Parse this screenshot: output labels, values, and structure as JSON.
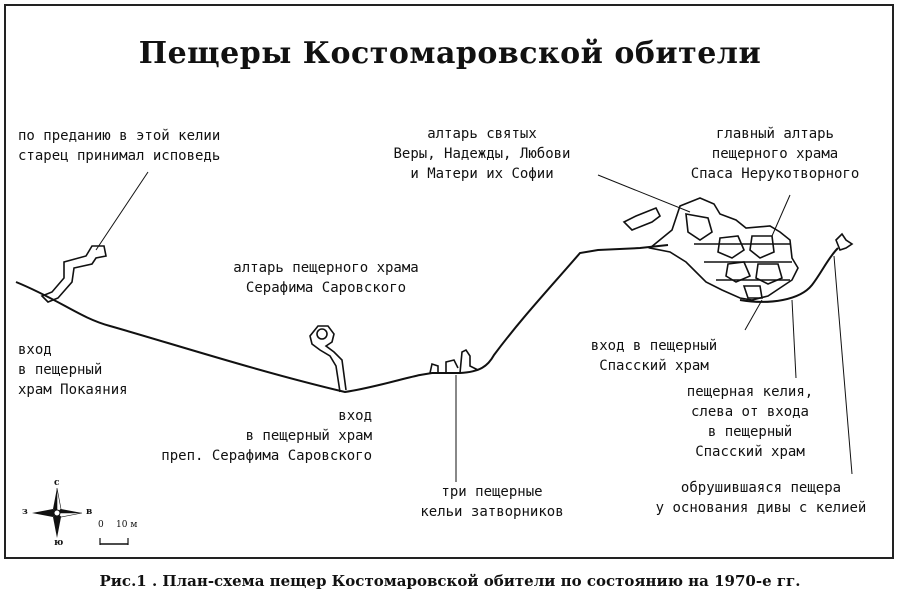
{
  "title": "Пещеры Костомаровской обители",
  "caption": "Рис.1 . План-схема пещер Костомаровской обители по состоянию на 1970-е гг.",
  "labels": {
    "kelia_pokayaniya": [
      "по преданию в этой келии",
      "старец принимал исповедь"
    ],
    "entrance_pokayaniya": [
      "вход",
      "в пещерный",
      "храм Покаяния"
    ],
    "altar_serafima": [
      "алтарь пещерного храма",
      "Серафима Саровского"
    ],
    "entrance_serafima": [
      "вход",
      "в пещерный храм",
      "преп. Серафима Саровского"
    ],
    "three_cells": [
      "три пещерные",
      "кельи затворников"
    ],
    "altar_very": [
      "алтарь святых",
      "Веры, Надежды, Любови",
      "и Матери их Софии"
    ],
    "main_altar": [
      "главный алтарь",
      "пещерного храма",
      "Спаса Нерукотворного"
    ],
    "entrance_spassky": [
      "вход в пещерный",
      "Спасский храм"
    ],
    "cave_cell": [
      "пещерная келия,",
      "слева от входа",
      "в пещерный",
      "Спасский храм"
    ],
    "collapsed_cave": [
      "обрушившаяся пещера",
      "у основания дивы с келией"
    ]
  },
  "compass": {
    "north": "с",
    "south": "ю",
    "west": "з",
    "east": "в"
  },
  "scale": {
    "zero": "0",
    "ten": "10 м"
  }
}
